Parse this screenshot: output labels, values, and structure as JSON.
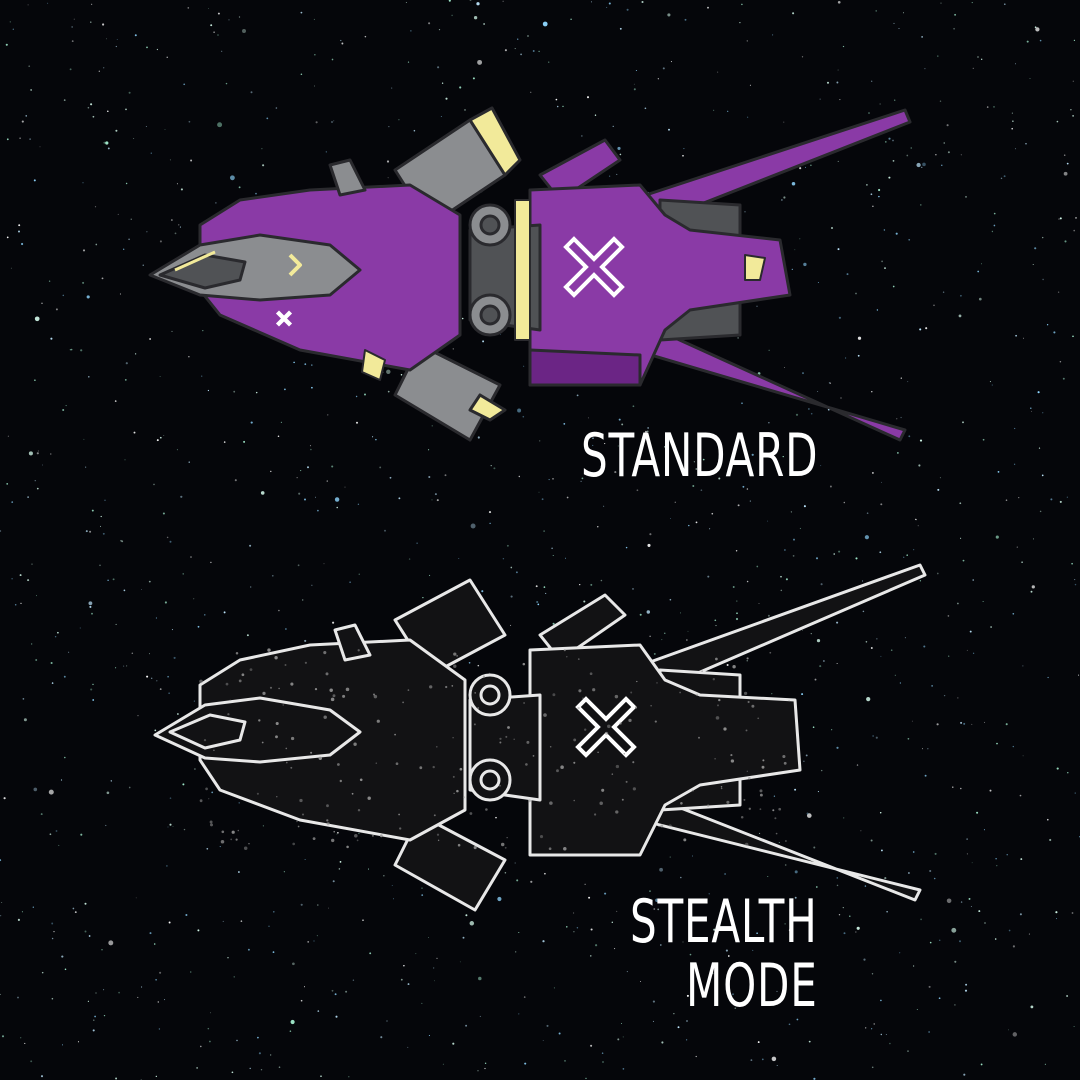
{
  "ships": {
    "standard": {
      "label": "STANDARD",
      "colors": {
        "hull": "#8a3aa6",
        "hull_dark": "#6b2585",
        "metal": "#8b8d90",
        "metal_dark": "#505255",
        "accent": "#f2ea9a",
        "outline": "#2a2a2e"
      }
    },
    "stealth": {
      "label_line1": "STEALTH",
      "label_line2": "MODE",
      "colors": {
        "hull": "#121214",
        "outline": "#e8e8e8",
        "speckle": "#9a9a9a"
      }
    }
  },
  "icons": {
    "hull_emblem": "x-cross-emblem"
  },
  "colors": {
    "background": "#05060a",
    "label": "#ffffff"
  }
}
